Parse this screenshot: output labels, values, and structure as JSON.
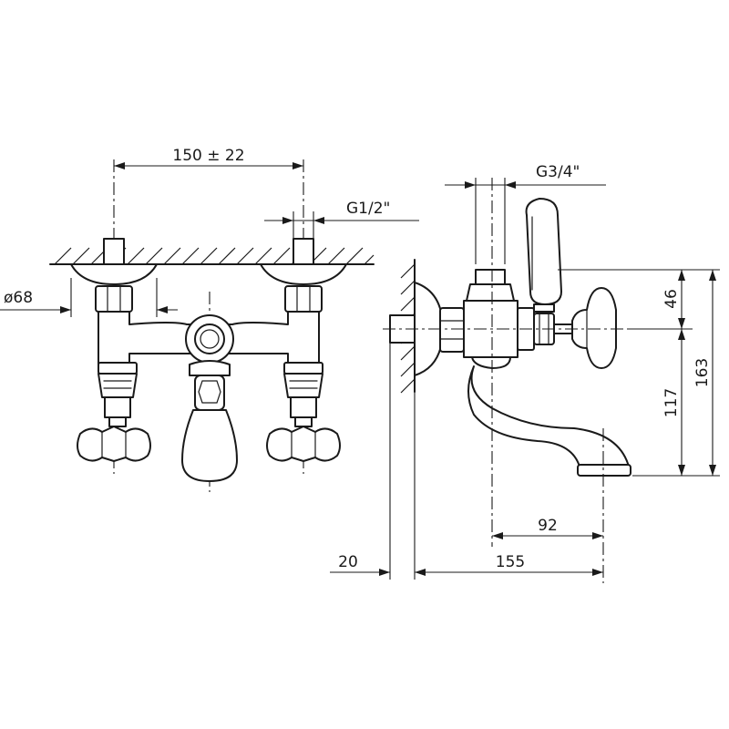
{
  "dimensions": {
    "spacing": "150 ± 22",
    "inlet_thread": "G1/2\"",
    "outlet_thread": "G3/4\"",
    "rosette_diameter": "ø68",
    "upper_height": "46",
    "spout_height": "117",
    "total_height": "163",
    "spout_offset": "92",
    "wall_offset": "20",
    "spout_projection": "155"
  }
}
